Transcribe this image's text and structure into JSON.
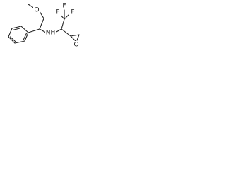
{
  "molecule": {
    "labels": {
      "O_methoxy": "O",
      "F_left": "F",
      "F_top": "F",
      "F_right": "F",
      "NH": "NH",
      "O_epoxide": "O"
    }
  }
}
